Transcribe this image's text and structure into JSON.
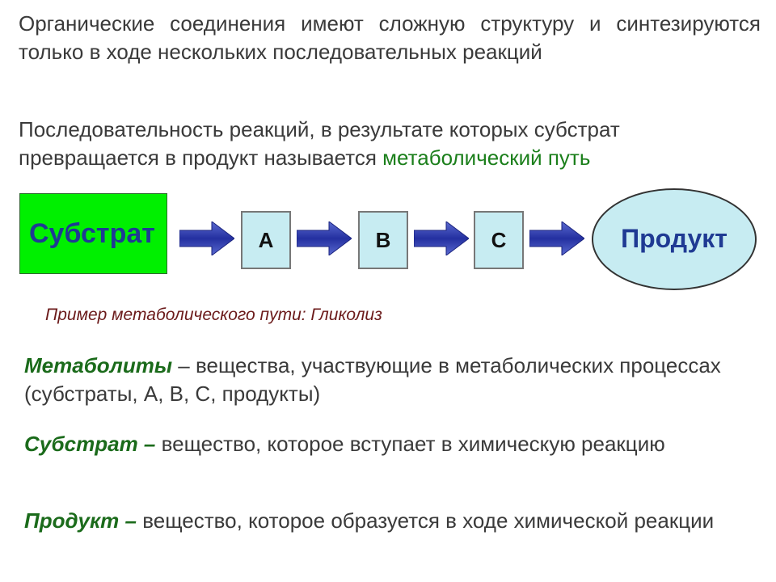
{
  "intro": {
    "paragraph1": "Органические соединения имеют сложную структуру и синтезируются только в ходе нескольких последовательных реакций",
    "paragraph2_text": "Последовательность реакций, в результате которых субстрат превращается в продукт называется ",
    "paragraph2_term": "метаболический путь"
  },
  "diagram": {
    "substrate": "Субстрат",
    "steps": [
      "A",
      "B",
      "C"
    ],
    "product": "Продукт",
    "colors": {
      "substrate_fill": "#00f000",
      "step_fill": "#c7ecf2",
      "label_blue": "#1f3a93",
      "arrow": "#2e3fa8"
    }
  },
  "example": "Пример метаболического пути: Гликолиз",
  "definitions": [
    {
      "term": "Метаболиты",
      "text": " – вещества, участвующие в метаболических процессах (субстраты, A, B, C, продукты)"
    },
    {
      "term": "Субстрат –",
      "text": " вещество, которое вступает в химическую реакцию"
    },
    {
      "term": "Продукт –",
      "text": " вещество, которое образуется в ходе химической реакции"
    }
  ]
}
